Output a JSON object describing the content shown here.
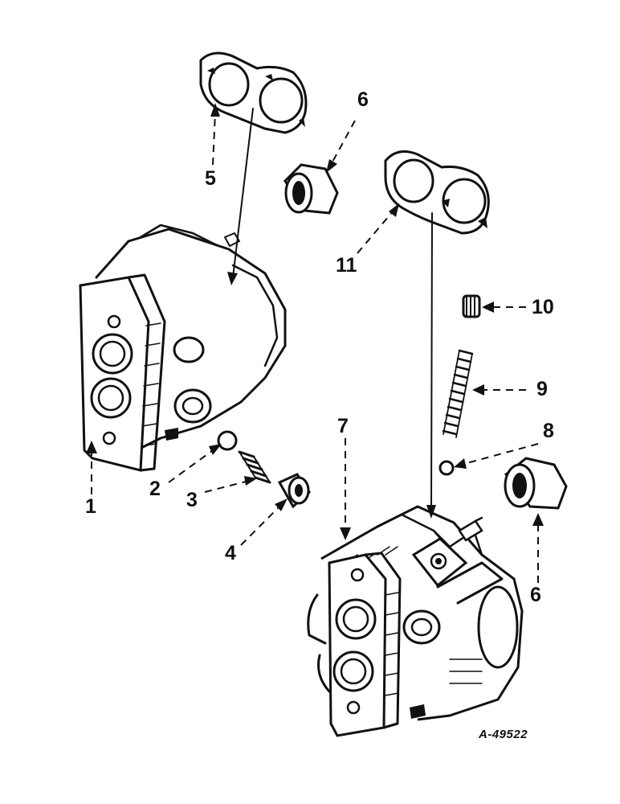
{
  "callouts": {
    "c1": "1",
    "c2": "2",
    "c3": "3",
    "c4": "4",
    "c5": "5",
    "c6a": "6",
    "c6b": "6",
    "c7": "7",
    "c8": "8",
    "c9": "9",
    "c10": "10",
    "c11": "11"
  },
  "reference": "A-49522",
  "colors": {
    "ink": "#111111",
    "paper": "#ffffff"
  }
}
